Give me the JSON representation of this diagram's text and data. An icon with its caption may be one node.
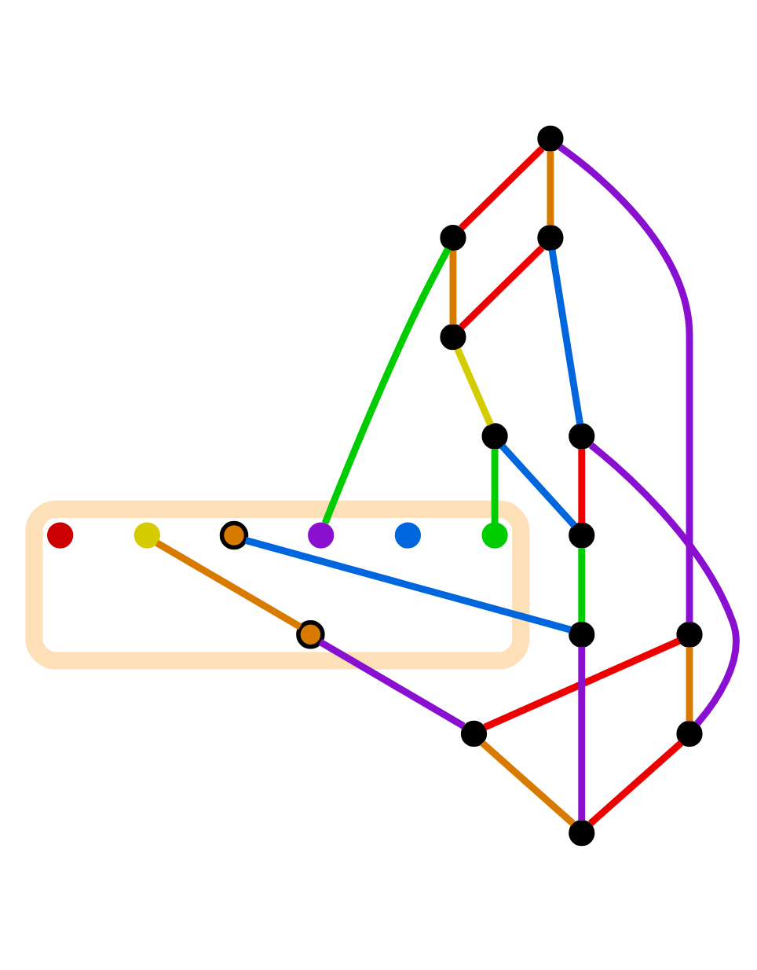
{
  "diagram": {
    "nodes": [
      {
        "text": [],
        "shape": "circle"
      },
      {
        "text": [],
        "shape": "circle"
      },
      {
        "text": [],
        "shape": "circle"
      },
      {
        "text": [],
        "shape": "circle"
      },
      {
        "text": [],
        "shape": "circle"
      },
      {
        "text": [],
        "shape": "circle"
      },
      {
        "text": [],
        "shape": "circle"
      },
      {
        "text": [],
        "shape": "blob"
      },
      {
        "text": [],
        "shape": "circle",
        "in": 7
      },
      {
        "text": [],
        "shape": "circle",
        "in": 7
      },
      {
        "text": [],
        "shape": "circle",
        "in": 7
      },
      {
        "text": [],
        "shape": "circle",
        "in": 7
      },
      {
        "text": [],
        "shape": "circle",
        "in": 7
      },
      {
        "text": [],
        "shape": "circle",
        "in": 7
      },
      {
        "text": [],
        "shape": "circle",
        "in": 7
      },
      {
        "text": [],
        "shape": "circle"
      },
      {
        "text": [],
        "shape": "circle"
      },
      {
        "text": [],
        "shape": "circle"
      },
      {
        "text": [],
        "shape": "circle"
      },
      {
        "text": [],
        "shape": "circle"
      }
    ],
    "edges": [
      {
        "from": 0,
        "to": 1,
        "arrow": "none",
        "color": "#d97a00"
      },
      {
        "from": 0,
        "to": 2,
        "arrow": "none",
        "color": "#8a10d0"
      },
      {
        "from": 0,
        "to": 3,
        "arrow": "none",
        "color": "#ee0000"
      },
      {
        "from": 1,
        "to": 4,
        "arrow": "none",
        "color": "#ee0000"
      },
      {
        "from": 2,
        "to": 16,
        "arrow": "none",
        "color": "#d97a00"
      },
      {
        "from": 2,
        "to": 18,
        "arrow": "none",
        "color": "#ee0000"
      },
      {
        "from": 3,
        "to": 4,
        "arrow": "none",
        "color": "#d97a00"
      },
      {
        "from": 3,
        "to": 8,
        "arrow": "none",
        "color": "#00cc00"
      },
      {
        "from": 1,
        "to": 5,
        "arrow": "none",
        "color": "#0066dd"
      },
      {
        "from": 4,
        "to": 6,
        "arrow": "none",
        "color": "#d4cc00"
      },
      {
        "from": 5,
        "to": 16,
        "arrow": "none",
        "color": "#8a10d0"
      },
      {
        "from": 5,
        "to": 15,
        "arrow": "none",
        "color": "#ee0000"
      },
      {
        "from": 6,
        "to": 15,
        "arrow": "none",
        "color": "#0066dd"
      },
      {
        "from": 6,
        "to": 11,
        "arrow": "none",
        "color": "#00cc00"
      },
      {
        "from": 15,
        "to": 17,
        "arrow": "none",
        "color": "#00cc00"
      },
      {
        "from": 13,
        "to": 17,
        "arrow": "none",
        "color": "#0066dd"
      },
      {
        "from": 12,
        "to": 10,
        "arrow": "none",
        "color": "#d97a00"
      },
      {
        "from": 10,
        "to": 18,
        "arrow": "none",
        "color": "#8a10d0"
      },
      {
        "from": 16,
        "to": 19,
        "arrow": "none",
        "color": "#ee0000"
      },
      {
        "from": 17,
        "to": 19,
        "arrow": "none",
        "color": "#8a10d0"
      },
      {
        "from": 18,
        "to": 19,
        "arrow": "none",
        "color": "#d97a00"
      }
    ]
  }
}
